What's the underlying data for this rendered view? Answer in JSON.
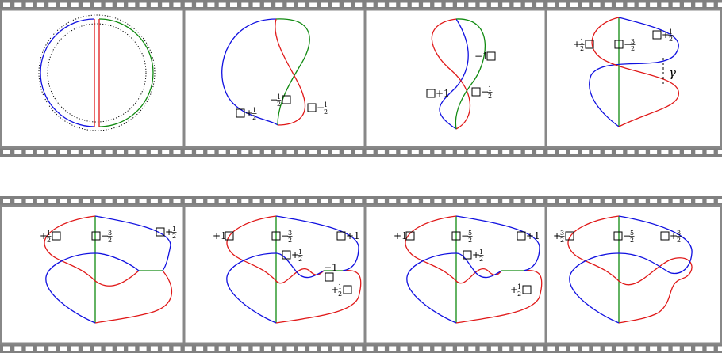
{
  "colors": {
    "blue": "#1010e0",
    "red": "#e01818",
    "green": "#108a10",
    "film": "#808080",
    "frame_border": "#888888"
  },
  "strips": [
    {
      "frames": [
        {
          "labels": []
        },
        {
          "labels": [
            {
              "sign": "−",
              "num": "1",
              "den": "2",
              "box": "after"
            },
            {
              "sign": "+",
              "num": "1",
              "den": "2",
              "box": "before"
            },
            {
              "sign": "−",
              "num": "1",
              "den": "2",
              "box": "before"
            }
          ]
        },
        {
          "labels": [
            {
              "sign": "−1",
              "box": "after"
            },
            {
              "sign": "+1",
              "box": "before"
            },
            {
              "sign": "−",
              "num": "1",
              "den": "2",
              "box": "before"
            }
          ]
        },
        {
          "labels": [
            {
              "sign": "+",
              "num": "1",
              "den": "2",
              "box": "after"
            },
            {
              "sign": "−",
              "num": "3",
              "den": "2",
              "box": "before"
            },
            {
              "sign": "+",
              "num": "1",
              "den": "2",
              "box": "before"
            }
          ],
          "extra_text": "γ"
        }
      ]
    },
    {
      "frames": [
        {
          "labels": [
            {
              "sign": "+",
              "num": "1",
              "den": "2",
              "box": "after"
            },
            {
              "sign": "−",
              "num": "3",
              "den": "2",
              "box": "before"
            },
            {
              "sign": "+",
              "num": "1",
              "den": "2",
              "box": "before"
            }
          ]
        },
        {
          "labels": [
            {
              "sign": "+1",
              "box": "after"
            },
            {
              "sign": "−",
              "num": "3",
              "den": "2",
              "box": "before"
            },
            {
              "sign": "+1",
              "box": "before"
            },
            {
              "sign": "+",
              "num": "1",
              "den": "2",
              "box": "before"
            },
            {
              "sign": "−1",
              "box": "below"
            },
            {
              "sign": "+",
              "num": "1",
              "den": "2",
              "box": "after"
            }
          ]
        },
        {
          "labels": [
            {
              "sign": "+1",
              "box": "after"
            },
            {
              "sign": "−",
              "num": "5",
              "den": "2",
              "box": "before"
            },
            {
              "sign": "+1",
              "box": "before"
            },
            {
              "sign": "+",
              "num": "1",
              "den": "2",
              "box": "before"
            },
            {
              "sign": "+",
              "num": "1",
              "den": "2",
              "box": "after"
            }
          ]
        },
        {
          "labels": [
            {
              "sign": "+",
              "num": "3",
              "den": "2",
              "box": "after"
            },
            {
              "sign": "−",
              "num": "5",
              "den": "2",
              "box": "before"
            },
            {
              "sign": "+",
              "num": "3",
              "den": "2",
              "box": "before"
            }
          ]
        }
      ]
    }
  ]
}
